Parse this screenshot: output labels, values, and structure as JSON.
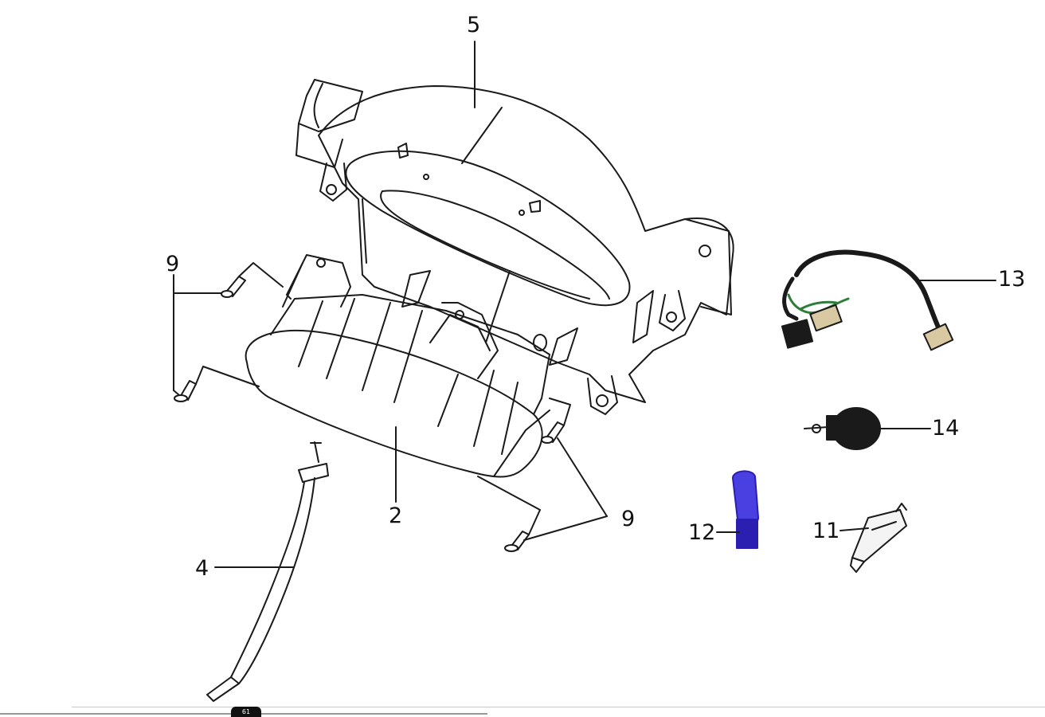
{
  "diagram": {
    "colors": {
      "line": "#1a1a1a",
      "bulb_blue": "#4a3fe0",
      "bulb_blue_dark": "#2a1fb0",
      "wire_green": "#2e7d3a",
      "connector_tan": "#d8c9a3"
    },
    "callouts": {
      "part_5": "5",
      "part_9_left": "9",
      "part_9_right": "9",
      "part_2": "2",
      "part_4": "4",
      "part_13": "13",
      "part_14": "14",
      "part_12": "12",
      "part_11": "11"
    },
    "parts": [
      {
        "id": "5",
        "name": "speedometer-housing-cover"
      },
      {
        "id": "2",
        "name": "speedometer-assembly"
      },
      {
        "id": "9",
        "name": "screw"
      },
      {
        "id": "4",
        "name": "speedometer-cable"
      },
      {
        "id": "13",
        "name": "wire-harness"
      },
      {
        "id": "14",
        "name": "bulb-socket"
      },
      {
        "id": "12",
        "name": "blue-bulb"
      },
      {
        "id": "11",
        "name": "bulb"
      }
    ]
  },
  "footer": {
    "page_tab": "61"
  }
}
